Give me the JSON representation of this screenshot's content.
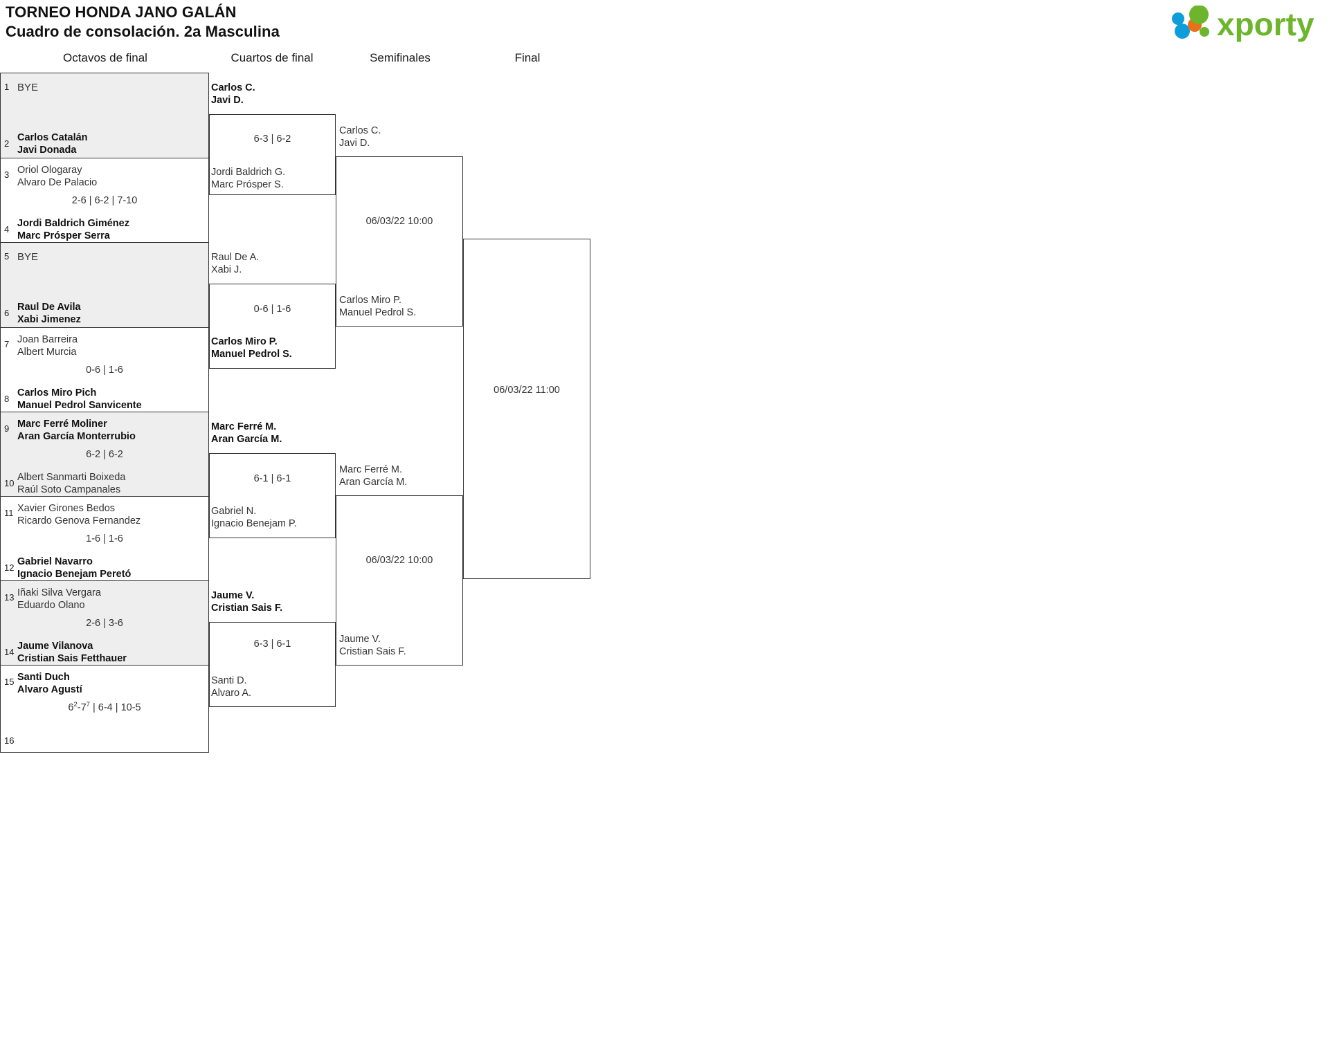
{
  "header": {
    "title_line1": "TORNEO HONDA JANO GALÁN",
    "title_line2": "Cuadro de consolación. 2a Masculina",
    "logo_text": "xporty",
    "logo_colors": {
      "green": "#6cb52d",
      "orange": "#e8711a",
      "blue": "#0d9ddb"
    }
  },
  "rounds": [
    {
      "label": "Octavos de final"
    },
    {
      "label": "Cuartos de final"
    },
    {
      "label": "Semifinales"
    },
    {
      "label": "Final"
    }
  ],
  "round16": [
    {
      "seed": "1",
      "p1": "BYE",
      "p2": "",
      "winner": false,
      "bye": true,
      "shade": true
    },
    {
      "seed": "2",
      "p1": "Carlos Catalán",
      "p2": "Javi Donada",
      "winner": true,
      "bye": false,
      "shade": true
    },
    {
      "seed": "3",
      "p1": "Oriol Ologaray",
      "p2": "Alvaro De Palacio",
      "winner": false,
      "bye": false,
      "shade": false
    },
    {
      "seed": "4",
      "p1": "Jordi Baldrich Giménez",
      "p2": "Marc Prósper Serra",
      "winner": true,
      "bye": false,
      "shade": false
    },
    {
      "seed": "5",
      "p1": "BYE",
      "p2": "",
      "winner": false,
      "bye": true,
      "shade": true
    },
    {
      "seed": "6",
      "p1": "Raul De Avila",
      "p2": "Xabi Jimenez",
      "winner": true,
      "bye": false,
      "shade": true
    },
    {
      "seed": "7",
      "p1": "Joan Barreira",
      "p2": "Albert Murcia",
      "winner": false,
      "bye": false,
      "shade": false
    },
    {
      "seed": "8",
      "p1": "Carlos Miro Pich",
      "p2": "Manuel Pedrol Sanvicente",
      "winner": true,
      "bye": false,
      "shade": false
    },
    {
      "seed": "9",
      "p1": "Marc Ferré Moliner",
      "p2": "Aran García Monterrubio",
      "winner": true,
      "bye": false,
      "shade": true
    },
    {
      "seed": "10",
      "p1": "Albert Sanmarti Boixeda",
      "p2": "Raúl Soto Campanales",
      "winner": false,
      "bye": false,
      "shade": true
    },
    {
      "seed": "11",
      "p1": "Xavier Girones Bedos",
      "p2": "Ricardo Genova Fernandez",
      "winner": false,
      "bye": false,
      "shade": false
    },
    {
      "seed": "12",
      "p1": "Gabriel Navarro",
      "p2": "Ignacio Benejam Peretó",
      "winner": true,
      "bye": false,
      "shade": false
    },
    {
      "seed": "13",
      "p1": "Iñaki Silva Vergara",
      "p2": "Eduardo Olano",
      "winner": false,
      "bye": false,
      "shade": true
    },
    {
      "seed": "14",
      "p1": "Jaume Vilanova",
      "p2": "Cristian Sais Fetthauer",
      "winner": true,
      "bye": false,
      "shade": true
    },
    {
      "seed": "15",
      "p1": "Santi Duch",
      "p2": "Alvaro Agustí",
      "winner": true,
      "bye": false,
      "shade": false
    },
    {
      "seed": "16",
      "p1": "",
      "p2": "",
      "winner": false,
      "bye": false,
      "shade": false
    }
  ],
  "round16_scores": [
    {
      "text": "",
      "sup": null
    },
    {
      "text": "2-6 | 6-2 | 7-10",
      "sup": null
    },
    {
      "text": "",
      "sup": null
    },
    {
      "text": "0-6 | 1-6",
      "sup": null
    },
    {
      "text": "6-2 | 6-2",
      "sup": null
    },
    {
      "text": "1-6 | 1-6",
      "sup": null
    },
    {
      "text": "2-6 | 3-6",
      "sup": null
    },
    {
      "text": "6#2-7#7 | 6-4 | 10-5",
      "sup": "superscript"
    }
  ],
  "quarters": [
    {
      "top": {
        "name1": "Carlos C.",
        "name2": "Javi D.",
        "winner": true
      },
      "score": "6-3 | 6-2",
      "bottom": {
        "name1": "Jordi Baldrich G.",
        "name2": "Marc Prósper S.",
        "winner": false
      }
    },
    {
      "top": {
        "name1": "Raul De A.",
        "name2": "Xabi J.",
        "winner": false
      },
      "score": "0-6 | 1-6",
      "bottom": {
        "name1": "Carlos Miro P.",
        "name2": "Manuel Pedrol S.",
        "winner": true
      }
    },
    {
      "top": {
        "name1": "Marc Ferré M.",
        "name2": "Aran García M.",
        "winner": true
      },
      "score": "6-1 | 6-1",
      "bottom": {
        "name1": "Gabriel N.",
        "name2": "Ignacio Benejam P.",
        "winner": false
      }
    },
    {
      "top": {
        "name1": "Jaume V.",
        "name2": "Cristian Sais F.",
        "winner": true
      },
      "score": "6-3 | 6-1",
      "bottom": {
        "name1": "Santi D.",
        "name2": "Alvaro A.",
        "winner": false
      }
    }
  ],
  "semis": [
    {
      "top": {
        "name1": "Carlos C.",
        "name2": "Javi D.",
        "winner": false
      },
      "date": "06/03/22 10:00",
      "bottom": {
        "name1": "Carlos Miro P.",
        "name2": "Manuel Pedrol S.",
        "winner": false
      }
    },
    {
      "top": {
        "name1": "Marc Ferré M.",
        "name2": "Aran García M.",
        "winner": false
      },
      "date": "06/03/22 10:00",
      "bottom": {
        "name1": "Jaume V.",
        "name2": "Cristian Sais F.",
        "winner": false
      }
    }
  ],
  "final": {
    "date": "06/03/22 11:00"
  }
}
